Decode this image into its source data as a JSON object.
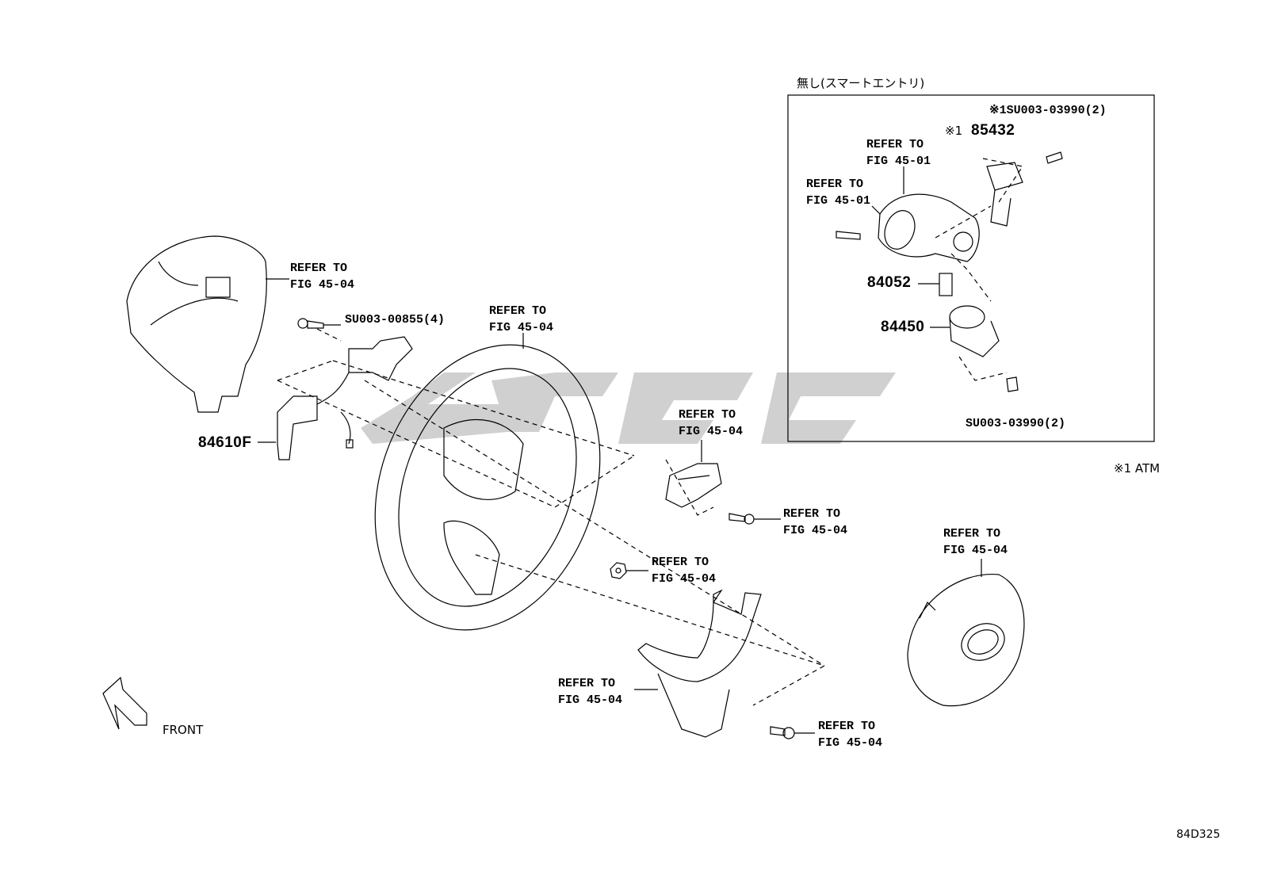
{
  "figure_code": "84D325",
  "inset": {
    "title": "無し(スマートエントリ)",
    "note": "※1 ATM"
  },
  "labels": {
    "refer_to": "REFER TO",
    "fig_45_04": "FIG 45-04",
    "fig_45_01": "FIG 45-01"
  },
  "parts": {
    "p84610f": "84610F",
    "p85432": "85432",
    "p85432_mark": "※1",
    "p84052": "84052",
    "p84450": "84450",
    "bolt_su003_00855": "SU003-00855(4)",
    "bolt_su003_03990_top": "※1SU003-03990(2)",
    "bolt_su003_03990_bottom": "SU003-03990(2)"
  },
  "orientation": {
    "front": "FRONT"
  },
  "colors": {
    "line": "#000000",
    "watermark": "#c8c8c8"
  }
}
